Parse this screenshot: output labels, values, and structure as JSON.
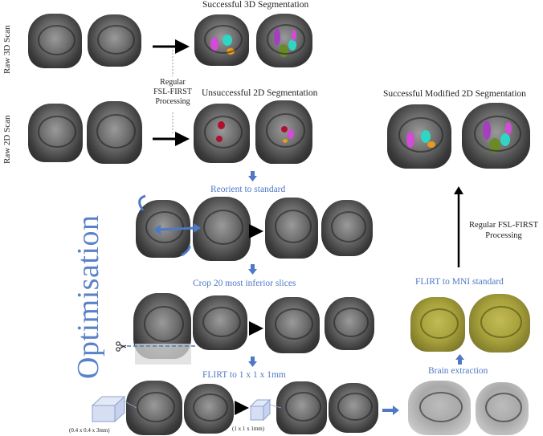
{
  "labels": {
    "successful_3d": "Successful 3D Segmentation",
    "unsuccessful_2d": "Unsuccessful 2D Segmentation",
    "successful_modified_2d": "Successful Modified 2D Segmentation",
    "raw_3d": "Raw 3D Scan",
    "raw_2d": "Raw 2D Scan",
    "regular_fsl_first_left": [
      "Regular",
      "FSL-FIRST",
      "Processing"
    ],
    "regular_fsl_first_right": [
      "Regular FSL-FIRST",
      "Processing"
    ],
    "optimisation": "Optimisation"
  },
  "steps": {
    "reorient": "Reorient to standard",
    "crop": "Crop 20 most inferior slices",
    "flirt_1mm": "FLIRT to 1 x 1 x 1mm",
    "brain_extraction": "Brain extraction",
    "flirt_mni": "FLIRT to MNI standard"
  },
  "voxels": {
    "before": "(0.4 x 0.4 x 3mm)",
    "after": "(1 x 1 x 1mm)"
  },
  "colors": {
    "blue_text": "#4f79c5",
    "arrow_blue": "#4f79c5",
    "seg_magenta": "#d24cd6",
    "seg_cyan": "#30d6c4",
    "seg_orange": "#e89a1f",
    "seg_green": "#6a8a2a",
    "seg_red": "#b01030",
    "brain_mask": "#b0aa40"
  }
}
